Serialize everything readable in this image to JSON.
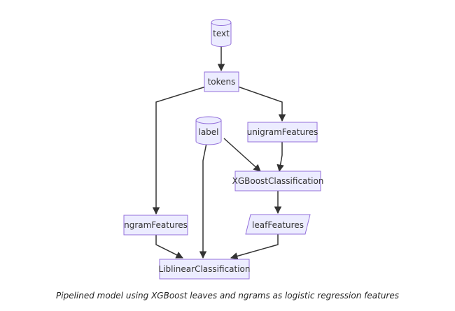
{
  "diagram": {
    "nodes": {
      "text": "text",
      "tokens": "tokens",
      "label": "label",
      "unigramFeatures": "unigramFeatures",
      "XGBoostClassification": "XGBoostClassification",
      "ngramFeatures": "ngramFeatures",
      "leafFeatures": "leafFeatures",
      "LiblinearClassification": "LiblinearClassification"
    },
    "colors": {
      "node_fill": "#ececff",
      "node_stroke": "#9370db",
      "edge": "#333333"
    }
  },
  "caption": "Pipelined model using XGBoost leaves and ngrams as logistic regression features"
}
